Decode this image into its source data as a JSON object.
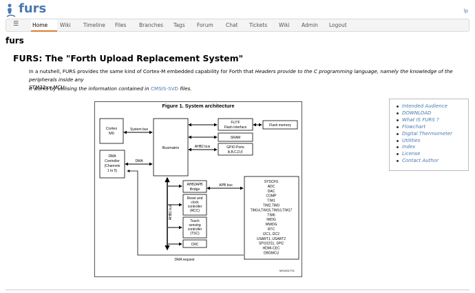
{
  "header": {
    "site_title": "furs",
    "login_link": "lp"
  },
  "nav": {
    "menu_icon": "hamburger-icon",
    "items": [
      {
        "label": "Home",
        "active": true
      },
      {
        "label": "Wiki"
      },
      {
        "label": "Timeline"
      },
      {
        "label": "Files"
      },
      {
        "label": "Branches"
      },
      {
        "label": "Tags"
      },
      {
        "label": "Forum"
      },
      {
        "label": "Chat"
      },
      {
        "label": "Tickets"
      },
      {
        "label": "Wiki"
      },
      {
        "label": "Admin"
      },
      {
        "label": "Logout"
      }
    ],
    "active_color": "#e07a2c"
  },
  "page": {
    "heading": "furs",
    "title": "FURS: The \"Forth Upload Replacement System\"",
    "para1_a": "In a nutshell, FURS provides the same kind of Cortex-M embedded capability for Forth that ",
    "para1_b": "Headers provide to the C programming language, namely the knowledge of the peripherals inside any",
    "para1_c": "STM32xx MCU.",
    "para2_a": "It works by utilising the information contained in ",
    "para2_link": "CMSIS-SVD",
    "para2_b": " files."
  },
  "figure": {
    "title": "Figure 1. System architecture",
    "cortex": [
      "Cortex",
      "M0"
    ],
    "system_bus": "System bus",
    "dma_ctrl": [
      "DMA",
      "Controller",
      "(Channels",
      "1 to 5)"
    ],
    "dma": "DMA",
    "busmatrix": "Busmatrix",
    "flitf": [
      "FLITF",
      "Flash interface"
    ],
    "flash_memory": "Flash memory",
    "sram": "SRAM",
    "ahb2_bus": "AHB2 bus",
    "gpio": [
      "GPIO Ports",
      "A,B,C,D,F"
    ],
    "ahb1_bus": "AHB1 bus",
    "ahb2apb": [
      "AHB2APB",
      "Bridge"
    ],
    "apb_bus": "APB bus",
    "rcc": [
      "Reset and",
      "clock",
      "controller",
      "(RCC)"
    ],
    "tsc": [
      "Touch",
      "sensing",
      "controller",
      "(TSC)"
    ],
    "crc": "CRC",
    "peripherals": [
      "SYSCFG",
      "ADC",
      "DAC",
      "COMP",
      "TIM1",
      "TIM2,TIM3",
      "TIM14,TIM15,TIM16,TIM17",
      "TIM6",
      "IWDG",
      "WWDG",
      "RTC",
      "I2C1, I2C2",
      "USART1, USART2",
      "SPI1/I2S1, SPI2",
      "HDMI-CEC",
      "DBGMCU"
    ],
    "dma_request": "DMA request",
    "ref_code": "MS19217V1"
  },
  "toc": {
    "items": [
      "Intended Audience",
      "DOWNLOAD",
      "What IS FURS ?",
      "Flowchart",
      "Digital Thermometer",
      "Utilities",
      "Index",
      "License",
      "Contact Author"
    ]
  }
}
